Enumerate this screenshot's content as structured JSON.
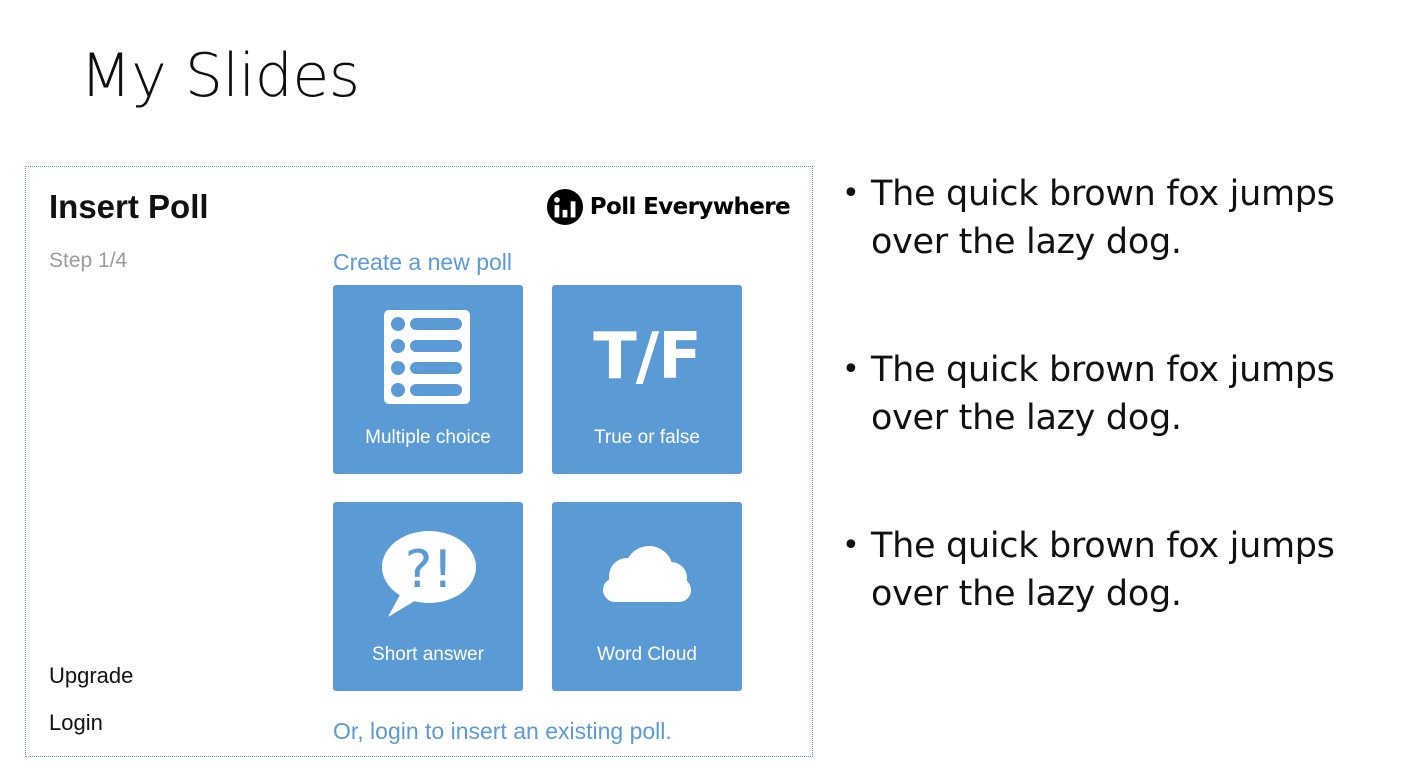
{
  "slide": {
    "title": "My Slides"
  },
  "poll_panel": {
    "heading": "Insert Poll",
    "brand_name": "Poll Everywhere",
    "step": "Step 1/4",
    "create_heading": "Create a new poll",
    "tiles": [
      {
        "label": "Multiple choice",
        "icon": "list-icon"
      },
      {
        "label": "True or false",
        "icon": "true-false-icon",
        "glyph": "T/F"
      },
      {
        "label": "Short answer",
        "icon": "speech-bubble-icon",
        "glyph": "?!"
      },
      {
        "label": "Word Cloud",
        "icon": "cloud-icon"
      }
    ],
    "upgrade_label": "Upgrade",
    "login_label": "Login",
    "existing_link": "Or, login to insert an existing poll."
  },
  "bullets": [
    {
      "symbol": "•",
      "text": "The quick brown fox jumps over the lazy dog."
    },
    {
      "symbol": "•",
      "text": "The quick brown fox jumps over the lazy dog."
    },
    {
      "symbol": "•",
      "text": "The quick brown fox jumps over the lazy dog."
    }
  ],
  "colors": {
    "accent": "#5b9bd5",
    "tile_text": "#ffffff",
    "muted_text": "#9b9b9b"
  }
}
